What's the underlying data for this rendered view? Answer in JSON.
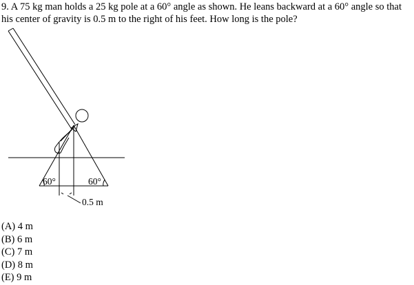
{
  "question": {
    "text": "9. A 75 kg man holds a 25 kg pole at a 60° angle as shown. He leans backward at a 60° angle so that his center of gravity is 0.5 m to the right of his feet. How long is the pole?"
  },
  "figure": {
    "angle_left_label": "60°",
    "angle_right_label": "60°",
    "distance_label": "0.5 m",
    "colors": {
      "ink": "#000000",
      "background": "#ffffff"
    }
  },
  "choices": [
    {
      "text": "(A) 4 m"
    },
    {
      "text": "(B) 6 m"
    },
    {
      "text": "(C) 7 m"
    },
    {
      "text": "(D) 8 m"
    },
    {
      "text": "(E) 9 m"
    }
  ]
}
